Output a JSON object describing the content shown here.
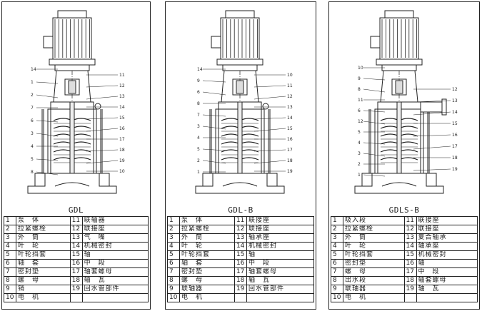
{
  "panels": [
    {
      "model": "GDL",
      "callouts_left": [
        "14",
        "1",
        "2",
        "7",
        "6",
        "3",
        "4",
        "5",
        "8"
      ],
      "callouts_right": [
        "11",
        "12",
        "13",
        "14",
        "15",
        "16",
        "17",
        "18",
        "19",
        "10"
      ],
      "parts": [
        [
          "1",
          "泵　体",
          "11",
          "联轴器"
        ],
        [
          "2",
          "拉紧螺栓",
          "12",
          "联接座"
        ],
        [
          "3",
          "外　筒",
          "13",
          "气　嘴"
        ],
        [
          "4",
          "叶　轮",
          "14",
          "机械密封"
        ],
        [
          "5",
          "叶轮挡套",
          "15",
          "轴"
        ],
        [
          "6",
          "轴　套",
          "16",
          "中　段"
        ],
        [
          "7",
          "密封垫",
          "17",
          "轴套螺母"
        ],
        [
          "8",
          "螺　母",
          "18",
          "轴　瓦"
        ],
        [
          "9",
          "销",
          "19",
          "回水管部件"
        ],
        [
          "10",
          "电　机",
          "",
          ""
        ]
      ]
    },
    {
      "model": "GDL-B",
      "callouts_left": [
        "14",
        "9",
        "6",
        "8",
        "7",
        "3",
        "4",
        "5",
        "2",
        "1"
      ],
      "callouts_right": [
        "10",
        "11",
        "12",
        "13",
        "14",
        "15",
        "16",
        "17",
        "18",
        "19"
      ],
      "parts": [
        [
          "1",
          "泵　体",
          "11",
          "联接座"
        ],
        [
          "2",
          "拉紧螺栓",
          "12",
          "联接座"
        ],
        [
          "3",
          "外　筒",
          "13",
          "轴承座"
        ],
        [
          "4",
          "叶　轮",
          "14",
          "机械密封"
        ],
        [
          "5",
          "叶轮挡套",
          "15",
          "轴"
        ],
        [
          "6",
          "轴　套",
          "16",
          "中　段"
        ],
        [
          "7",
          "密封垫",
          "17",
          "轴套螺母"
        ],
        [
          "8",
          "螺　母",
          "18",
          "轴　瓦"
        ],
        [
          "9",
          "联轴器",
          "19",
          "回水管部件"
        ],
        [
          "10",
          "电　机",
          "",
          ""
        ]
      ]
    },
    {
      "model": "GDLS-B",
      "callouts_left": [
        "10",
        "9",
        "8",
        "11",
        "6",
        "12",
        "5",
        "4",
        "3",
        "2",
        "1"
      ],
      "callouts_right": [
        "12",
        "13",
        "14",
        "15",
        "16",
        "17",
        "18",
        "19"
      ],
      "parts": [
        [
          "1",
          "吸入段",
          "11",
          "联接座"
        ],
        [
          "2",
          "拉紧螺栓",
          "12",
          "联接座"
        ],
        [
          "3",
          "外　筒",
          "13",
          "复合轴承"
        ],
        [
          "4",
          "叶　轮",
          "14",
          "轴承座"
        ],
        [
          "5",
          "叶轮挡套",
          "15",
          "机械密封"
        ],
        [
          "6",
          "密封垫",
          "16",
          "轴"
        ],
        [
          "7",
          "螺　母",
          "17",
          "中　段"
        ],
        [
          "8",
          "出水段",
          "18",
          "轴套螺母"
        ],
        [
          "9",
          "联轴器",
          "19",
          "轴　瓦"
        ],
        [
          "10",
          "电　机",
          "",
          ""
        ]
      ]
    }
  ]
}
